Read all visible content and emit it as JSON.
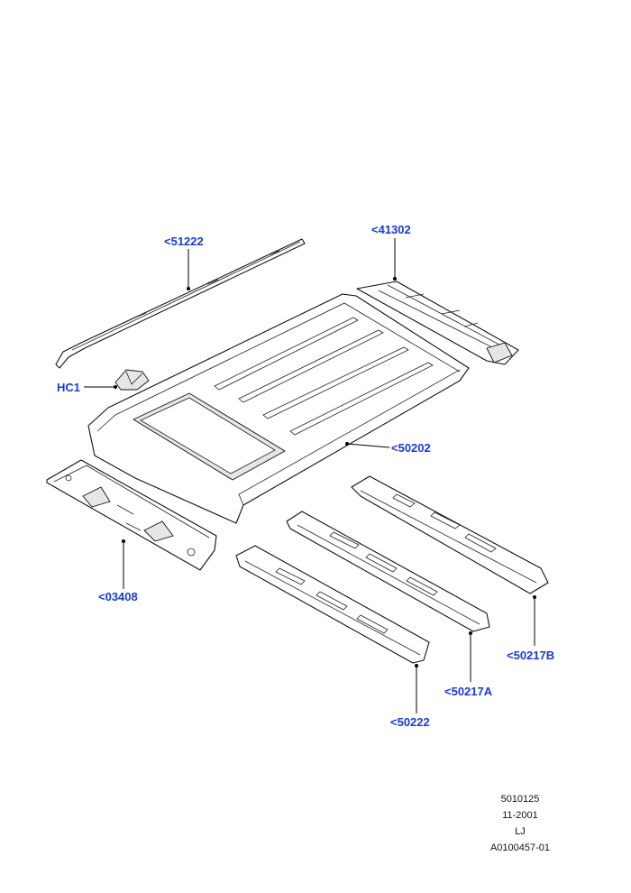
{
  "callouts": {
    "c51222": "<51222",
    "c41302": "<41302",
    "hc1": "HC1",
    "c50202": "<50202",
    "c03408": "<03408",
    "c50217b": "<50217B",
    "c50217a": "<50217A",
    "c50222": "<50222"
  },
  "meta": {
    "code": "5010125",
    "date": "11-2001",
    "initials": "LJ",
    "ref": "A0100457-01"
  },
  "colors": {
    "callout": "#1a3ad6",
    "line": "#000000"
  }
}
